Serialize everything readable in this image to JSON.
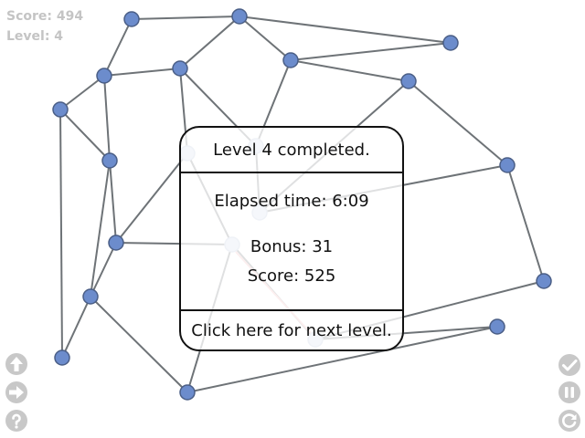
{
  "hud": {
    "score": "Score: 494",
    "level": "Level: 4"
  },
  "dialog": {
    "title": "Level 4 completed.",
    "elapsed": "Elapsed time: 6:09",
    "bonus": "Bonus: 31",
    "score": "Score: 525",
    "next": "Click here for next level."
  },
  "colors": {
    "node": "#6c8ccc",
    "node_stroke": "#4a5e86",
    "edge": "#6e7377",
    "edge_covered": "#cfcfcf",
    "edge_crossing": "#f2b4b4",
    "node_covered": "#cfd8ea",
    "hud_text": "#c4c4c4",
    "button": "#c8c8c8"
  },
  "left_buttons": [
    {
      "name": "up-arrow-icon"
    },
    {
      "name": "right-arrow-icon"
    },
    {
      "name": "help-icon"
    }
  ],
  "right_buttons": [
    {
      "name": "checkmark-icon"
    },
    {
      "name": "pause-icon"
    },
    {
      "name": "restart-icon"
    }
  ]
}
